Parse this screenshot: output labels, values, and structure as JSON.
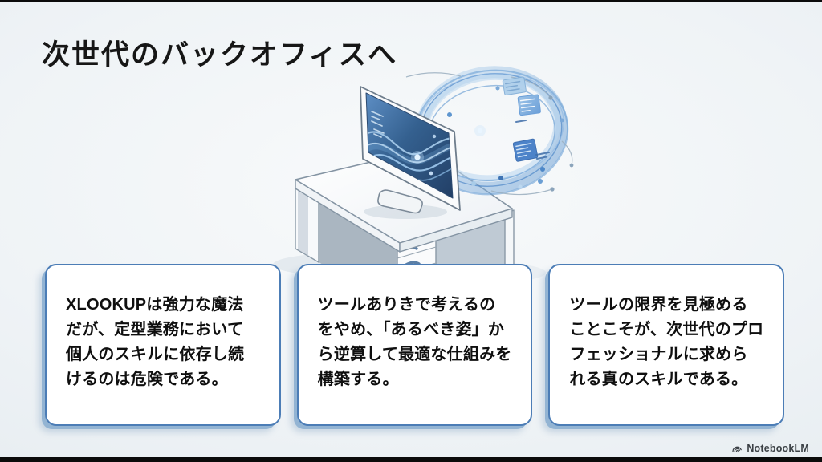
{
  "slide": {
    "title": "次世代のバックオフィスへ",
    "cards": [
      {
        "text": "XLOOKUPは強力な魔法\nだが、定型業務において\n個人のスキルに依存し続\nけるのは危険である。"
      },
      {
        "text": "ツールありきで考えるの\nをやめ、「あるべき姿」か\nら逆算して最適な仕組みを\n構築する。"
      },
      {
        "text": "ツールの限界を見極める\nことこそが、次世代のプロ\nフェッショナルに求めら\nれる真のスキルである。"
      }
    ],
    "illustration": {
      "name": "computer-on-desk-with-data-ring"
    },
    "footer": {
      "brand": "NotebookLM"
    },
    "colors": {
      "background": "#eff3f6",
      "card_border": "#4c7db6",
      "card_shadow": "#93b4d3",
      "title_color": "#161616",
      "text_color": "#0f0f0f",
      "accent_blue": "#5b9bd5",
      "footer_color": "#3b4045",
      "bar_color": "#0b0b0b"
    }
  }
}
